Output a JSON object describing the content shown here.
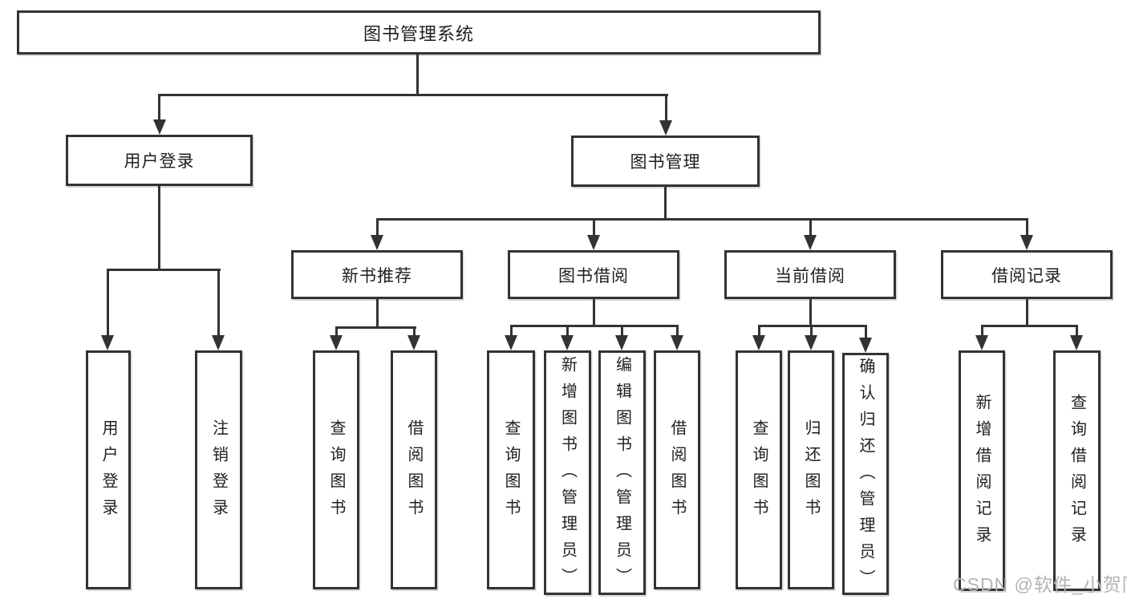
{
  "diagram": {
    "root": {
      "label": "图书管理系统"
    },
    "branches": [
      {
        "label": "用户登录",
        "children": [
          {
            "label": "用户登录"
          },
          {
            "label": "注销登录"
          }
        ]
      },
      {
        "label": "图书管理",
        "groups": [
          {
            "label": "新书推荐",
            "children": [
              {
                "label": "查询图书"
              },
              {
                "label": "借阅图书"
              }
            ]
          },
          {
            "label": "图书借阅",
            "children": [
              {
                "label": "查询图书"
              },
              {
                "label": "新增图书（管理员）"
              },
              {
                "label": "编辑图书（管理员）"
              },
              {
                "label": "借阅图书"
              }
            ]
          },
          {
            "label": "当前借阅",
            "children": [
              {
                "label": "查询图书"
              },
              {
                "label": "归还图书"
              },
              {
                "label": "确认归还（管理员）"
              }
            ]
          },
          {
            "label": "借阅记录",
            "children": [
              {
                "label": "新增借阅记录"
              },
              {
                "label": "查询借阅记录"
              }
            ]
          }
        ]
      }
    ]
  },
  "watermark": {
    "text": "CSDN @软件_小贺同学"
  },
  "colors": {
    "line": "#333333",
    "text": "#1f1f1f",
    "background": "#ffffff",
    "watermark": "#b3b3b3"
  }
}
